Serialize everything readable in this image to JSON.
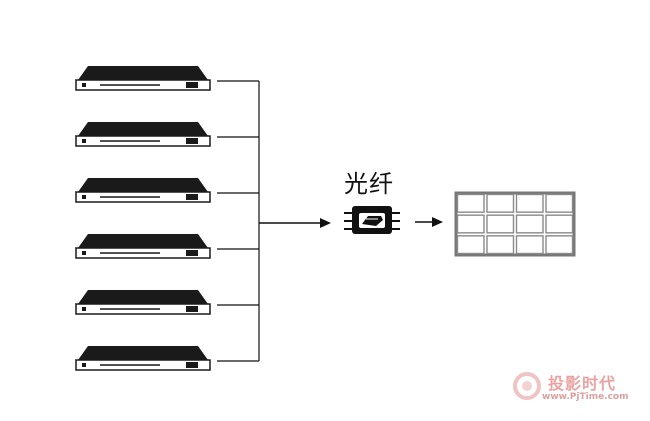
{
  "diagram": {
    "server_count": 6,
    "link_label": "光纤",
    "wall_grid": {
      "rows": 3,
      "cols": 4
    }
  },
  "watermark": {
    "brand": "投影时代",
    "url": "www.PjTime.com"
  },
  "colors": {
    "line": "#111111",
    "server_body": "#1a1a1a",
    "server_panel": "#ffffff",
    "grid_frame": "#777777",
    "grid_line": "#8a8a8a",
    "watermark": "#e9a3a3"
  }
}
